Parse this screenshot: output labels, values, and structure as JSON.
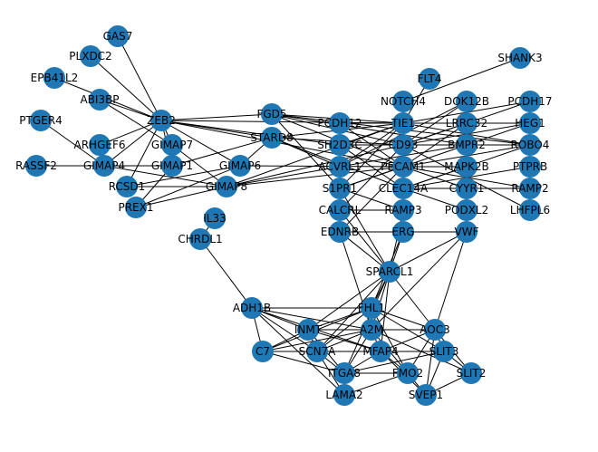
{
  "graph": {
    "node_color": "#1f77b4",
    "edge_color": "#000000",
    "nodes": [
      "GAS7",
      "PLXDC2",
      "EPB41L2",
      "PTGER4",
      "ABI3BP",
      "ZEB2",
      "ARHGEF6",
      "GIMAP7",
      "RASSF2",
      "GIMAP4",
      "GIMAP1",
      "GIMAP6",
      "RCSD1",
      "GIMAP8",
      "PREX1",
      "STARD8",
      "FGD5",
      "IL33",
      "CHRDL1",
      "FLT4",
      "SHANK3",
      "NOTCH4",
      "PCDH17",
      "HEG1",
      "PCDH12",
      "DOK12B",
      "TIE1",
      "SH2D3C",
      "CD93",
      "BMPR2",
      "LRRC32",
      "ROBO4",
      "ACVRL1",
      "MAPK2B",
      "PECAM1",
      "S1PR1",
      "CLEC14A",
      "CYYR1",
      "RAMP2",
      "PTPRB",
      "CALCRL",
      "RAMP3",
      "PODXL2",
      "EDNRB",
      "ERG",
      "VWF",
      "LHFPL6",
      "SPARCL1",
      "ADH1B",
      "FHL1",
      "A2M",
      "AOC3",
      "INMT",
      "SCN7A",
      "MFAP4",
      "SLIT3",
      "C7",
      "ITGA8",
      "FMO2",
      "SVEP1",
      "SLIT2",
      "LAMA2"
    ],
    "edges": [
      [
        "GAS7",
        "ZEB2"
      ],
      [
        "PLXDC2",
        "ZEB2"
      ],
      [
        "EPB41L2",
        "ZEB2"
      ],
      [
        "ABI3BP",
        "ZEB2"
      ],
      [
        "PTGER4",
        "GIMAP4"
      ],
      [
        "ABI3BP",
        "GIMAP7"
      ],
      [
        "ZEB2",
        "ARHGEF6"
      ],
      [
        "ZEB2",
        "GIMAP7"
      ],
      [
        "ZEB2",
        "GIMAP4"
      ],
      [
        "ZEB2",
        "GIMAP1"
      ],
      [
        "ZEB2",
        "GIMAP6"
      ],
      [
        "ZEB2",
        "RCSD1"
      ],
      [
        "ZEB2",
        "FGD5"
      ],
      [
        "ZEB2",
        "STARD8"
      ],
      [
        "ZEB2",
        "TIE1"
      ],
      [
        "ZEB2",
        "PECAM1"
      ],
      [
        "ZEB2",
        "SH2D3C"
      ],
      [
        "RASSF2",
        "GIMAP1"
      ],
      [
        "RCSD1",
        "GIMAP8"
      ],
      [
        "RCSD1",
        "GIMAP6"
      ],
      [
        "PREX1",
        "GIMAP6"
      ],
      [
        "PREX1",
        "GIMAP8"
      ],
      [
        "PREX1",
        "GIMAP1"
      ],
      [
        "GIMAP4",
        "GIMAP8"
      ],
      [
        "GIMAP7",
        "GIMAP8"
      ],
      [
        "GIMAP1",
        "STARD8"
      ],
      [
        "GIMAP6",
        "STARD8"
      ],
      [
        "GIMAP8",
        "TIE1"
      ],
      [
        "GIMAP8",
        "PECAM1"
      ],
      [
        "GIMAP8",
        "ACVRL1"
      ],
      [
        "GIMAP8",
        "CD93"
      ],
      [
        "GIMAP6",
        "PECAM1"
      ],
      [
        "STARD8",
        "TIE1"
      ],
      [
        "STARD8",
        "CD93"
      ],
      [
        "STARD8",
        "CLEC14A"
      ],
      [
        "STARD8",
        "ACVRL1"
      ],
      [
        "FGD5",
        "TIE1"
      ],
      [
        "FGD5",
        "CD93"
      ],
      [
        "FGD5",
        "ROBO4"
      ],
      [
        "FGD5",
        "BMPR2"
      ],
      [
        "FGD5",
        "PECAM1"
      ],
      [
        "FGD5",
        "S1PR1"
      ],
      [
        "FLT4",
        "TIE1"
      ],
      [
        "SHANK3",
        "NOTCH4"
      ],
      [
        "NOTCH4",
        "TIE1"
      ],
      [
        "NOTCH4",
        "CD93"
      ],
      [
        "NOTCH4",
        "PECAM1"
      ],
      [
        "PCDH17",
        "TIE1"
      ],
      [
        "PCDH17",
        "CD93"
      ],
      [
        "HEG1",
        "CD93"
      ],
      [
        "HEG1",
        "TIE1"
      ],
      [
        "HEG1",
        "S1PR1"
      ],
      [
        "PCDH12",
        "TIE1"
      ],
      [
        "PCDH12",
        "PECAM1"
      ],
      [
        "DOK12B",
        "CD93"
      ],
      [
        "DOK12B",
        "ACVRL1"
      ],
      [
        "TIE1",
        "PECAM1"
      ],
      [
        "TIE1",
        "SH2D3C"
      ],
      [
        "TIE1",
        "CD93"
      ],
      [
        "TIE1",
        "ROBO4"
      ],
      [
        "TIE1",
        "CLEC14A"
      ],
      [
        "TIE1",
        "ACVRL1"
      ],
      [
        "TIE1",
        "S1PR1"
      ],
      [
        "SH2D3C",
        "CD93"
      ],
      [
        "SH2D3C",
        "ROBO4"
      ],
      [
        "SH2D3C",
        "CLEC14A"
      ],
      [
        "CD93",
        "ROBO4"
      ],
      [
        "CD93",
        "BMPR2"
      ],
      [
        "CD93",
        "LRRC32"
      ],
      [
        "CD93",
        "PECAM1"
      ],
      [
        "CD93",
        "CALCRL"
      ],
      [
        "BMPR2",
        "ACVRL1"
      ],
      [
        "ROBO4",
        "PECAM1"
      ],
      [
        "ROBO4",
        "CLEC14A"
      ],
      [
        "MAPK2B",
        "PECAM1"
      ],
      [
        "MAPK2B",
        "CLEC14A"
      ],
      [
        "LRRC32",
        "PECAM1"
      ],
      [
        "PECAM1",
        "CLEC14A"
      ],
      [
        "PECAM1",
        "S1PR1"
      ],
      [
        "PECAM1",
        "CYYR1"
      ],
      [
        "PECAM1",
        "RAMP2"
      ],
      [
        "PECAM1",
        "EDNRB"
      ],
      [
        "CLEC14A",
        "CYYR1"
      ],
      [
        "CLEC14A",
        "RAMP2"
      ],
      [
        "CLEC14A",
        "PTPRB"
      ],
      [
        "S1PR1",
        "RAMP3"
      ],
      [
        "RAMP2",
        "PTPRB"
      ],
      [
        "CD93",
        "LHFPL6"
      ],
      [
        "CALCRL",
        "RAMP3"
      ],
      [
        "PODXL2",
        "CLEC14A"
      ],
      [
        "EDNRB",
        "ERG"
      ],
      [
        "ERG",
        "VWF"
      ],
      [
        "ERG",
        "CLEC14A"
      ],
      [
        "VWF",
        "CYYR1"
      ],
      [
        "EDNRB",
        "SPARCL1"
      ],
      [
        "ERG",
        "SPARCL1"
      ],
      [
        "VWF",
        "SPARCL1"
      ],
      [
        "CALCRL",
        "SPARCL1"
      ],
      [
        "RAMP3",
        "SPARCL1"
      ],
      [
        "S1PR1",
        "SPARCL1"
      ],
      [
        "SPARCL1",
        "FHL1"
      ],
      [
        "SPARCL1",
        "A2M"
      ],
      [
        "SPARCL1",
        "INMT"
      ],
      [
        "SPARCL1",
        "AOC3"
      ],
      [
        "SPARCL1",
        "SCN7A"
      ],
      [
        "SPARCL1",
        "ITGA8"
      ],
      [
        "SPARCL1",
        "MFAP4"
      ],
      [
        "EDNRB",
        "A2M"
      ],
      [
        "ERG",
        "FHL1"
      ],
      [
        "VWF",
        "AOC3"
      ],
      [
        "VWF",
        "A2M"
      ],
      [
        "IL33",
        "CHRDL1"
      ],
      [
        "CHRDL1",
        "ADH1B"
      ],
      [
        "ADH1B",
        "C7"
      ],
      [
        "ADH1B",
        "LAMA2"
      ],
      [
        "ADH1B",
        "INMT"
      ],
      [
        "ADH1B",
        "SCN7A"
      ],
      [
        "ADH1B",
        "FHL1"
      ],
      [
        "ADH1B",
        "A2M"
      ],
      [
        "ADH1B",
        "MFAP4"
      ],
      [
        "C7",
        "INMT"
      ],
      [
        "C7",
        "SCN7A"
      ],
      [
        "C7",
        "A2M"
      ],
      [
        "C7",
        "ITGA8"
      ],
      [
        "C7",
        "FHL1"
      ],
      [
        "C7",
        "MFAP4"
      ],
      [
        "FHL1",
        "A2M"
      ],
      [
        "FHL1",
        "AOC3"
      ],
      [
        "FHL1",
        "SLIT3"
      ],
      [
        "FHL1",
        "INMT"
      ],
      [
        "FHL1",
        "SCN7A"
      ],
      [
        "FHL1",
        "FMO2"
      ],
      [
        "A2M",
        "AOC3"
      ],
      [
        "A2M",
        "INMT"
      ],
      [
        "A2M",
        "SCN7A"
      ],
      [
        "A2M",
        "MFAP4"
      ],
      [
        "A2M",
        "ITGA8"
      ],
      [
        "A2M",
        "SVEP1"
      ],
      [
        "AOC3",
        "SLIT3"
      ],
      [
        "AOC3",
        "MFAP4"
      ],
      [
        "AOC3",
        "FMO2"
      ],
      [
        "AOC3",
        "SLIT2"
      ],
      [
        "AOC3",
        "SVEP1"
      ],
      [
        "INMT",
        "SCN7A"
      ],
      [
        "INMT",
        "MFAP4"
      ],
      [
        "INMT",
        "ITGA8"
      ],
      [
        "SCN7A",
        "MFAP4"
      ],
      [
        "SCN7A",
        "ITGA8"
      ],
      [
        "SCN7A",
        "LAMA2"
      ],
      [
        "SCN7A",
        "SLIT3"
      ],
      [
        "MFAP4",
        "SLIT3"
      ],
      [
        "MFAP4",
        "ITGA8"
      ],
      [
        "MFAP4",
        "FMO2"
      ],
      [
        "MFAP4",
        "SVEP1"
      ],
      [
        "ITGA8",
        "LAMA2"
      ],
      [
        "ITGA8",
        "FMO2"
      ],
      [
        "ITGA8",
        "SLIT3"
      ],
      [
        "SLIT3",
        "SVEP1"
      ],
      [
        "SLIT3",
        "SLIT2"
      ],
      [
        "SVEP1",
        "SLIT2"
      ],
      [
        "FMO2",
        "LAMA2"
      ],
      [
        "A2M",
        "SLIT2"
      ]
    ]
  }
}
